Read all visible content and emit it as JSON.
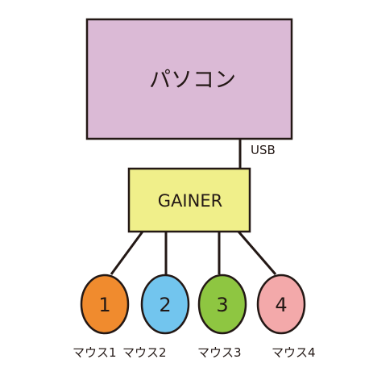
{
  "pc": {
    "label": "パソコン",
    "fill": "#dbbad6",
    "stroke": "#231815"
  },
  "connection": {
    "label": "USB"
  },
  "gainer": {
    "label": "GAINER",
    "fill": "#f0ef8a",
    "stroke": "#231815"
  },
  "mice": [
    {
      "number": "1",
      "label": "マウス1",
      "fill": "#f08b2e"
    },
    {
      "number": "2",
      "label": "マウス2",
      "fill": "#72c5ee"
    },
    {
      "number": "3",
      "label": "マウス3",
      "fill": "#8ec641"
    },
    {
      "number": "4",
      "label": "マウス4",
      "fill": "#f3a9aa"
    }
  ],
  "line_color": "#231815"
}
